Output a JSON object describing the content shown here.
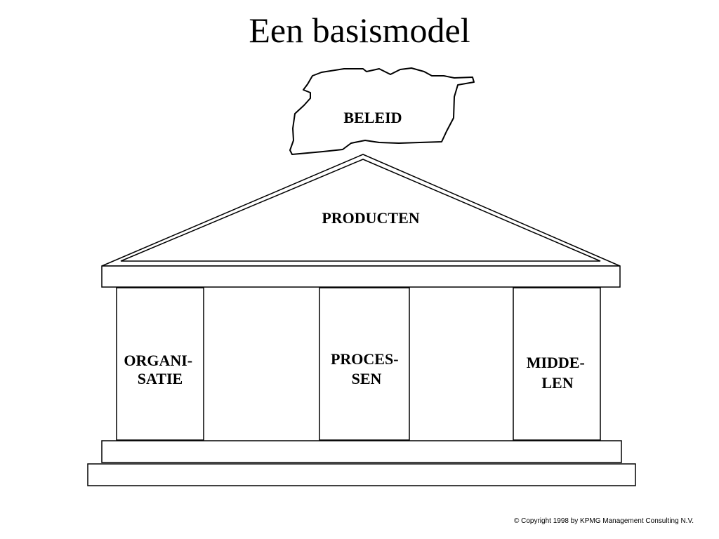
{
  "slide": {
    "title": "Een basismodel",
    "copyright": "© Copyright 1998 by KPMG Management Consulting N.V."
  },
  "diagram": {
    "cloud_label": "BELEID",
    "roof_label": "PRODUCTEN",
    "pillars": [
      {
        "line1": "ORGANI-",
        "line2": "SATIE"
      },
      {
        "line1": "PROCES-",
        "line2": "SEN"
      },
      {
        "line1": "MIDDE-",
        "line2": "LEN"
      }
    ]
  }
}
